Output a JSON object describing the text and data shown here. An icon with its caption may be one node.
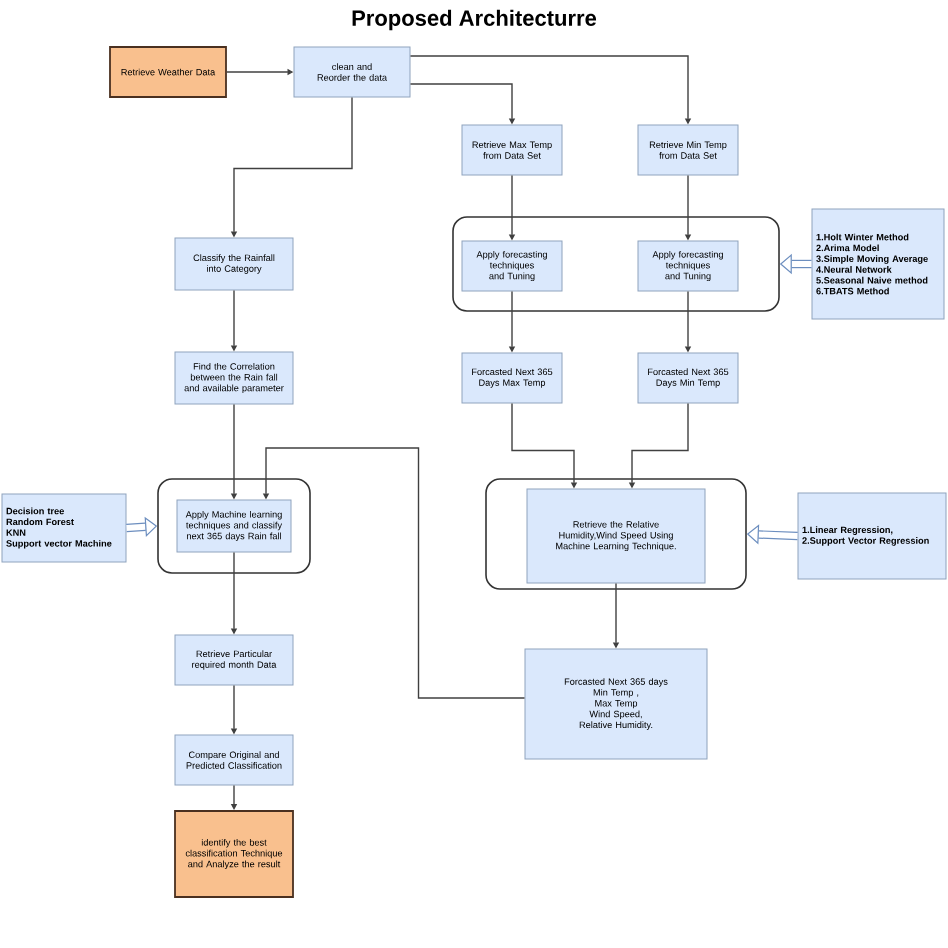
{
  "diagram": {
    "title": "Proposed Architecturre",
    "nodes": [
      {
        "text": [
          "Retrieve Weather Data"
        ]
      },
      {
        "text": [
          "clean  and Reorder the data"
        ]
      },
      {
        "text": [
          "Retrieve Max Temp from Data Set"
        ]
      },
      {
        "text": [
          "Retrieve Min Temp from Data Set"
        ]
      },
      {
        "text": [],
        "shape": "box"
      },
      {
        "text": [
          "Apply forecasting techniques and Tuning"
        ],
        "in": 4
      },
      {
        "text": [
          "Apply forecasting techniques and Tuning"
        ],
        "in": 4
      },
      {
        "text": [
          "1.Holt Winter Method",
          "2.Arima Model",
          "3.Simple Moving Average",
          "4.Neural  Network",
          "5.Seasonal  Naive method",
          "6.TBATS Method"
        ]
      },
      {
        "text": [
          "Forcasted Next 365 Days Max Temp"
        ]
      },
      {
        "text": [
          "Forcasted Next 365 Days Min Temp"
        ]
      },
      {
        "text": [],
        "shape": "box"
      },
      {
        "text": [
          "Retrieve the Relative Humidity,Wind Speed Using Machine Learning Technique."
        ],
        "in": 10
      },
      {
        "text": [
          "1.Linear Regression,",
          "2.Support Vector Regression"
        ]
      },
      {
        "text": [
          "Forcasted Next 365 days",
          "Min Temp ,",
          "Max Temp",
          "Wind Speed,",
          "Relative Humidity."
        ]
      },
      {
        "text": [
          "Classify the Rainfall into Category"
        ]
      },
      {
        "text": [
          "Find the Correlation between the Rain fall and available parameter"
        ]
      },
      {
        "text": [],
        "shape": "box"
      },
      {
        "text": [
          "Apply Machine learning techniques and classify next 365 days Rain fall"
        ],
        "in": 16
      },
      {
        "text": [
          "Decision tree",
          "Random Forest",
          "KNN",
          "Support vector Machine"
        ]
      },
      {
        "text": [
          "Retrieve Particular required month Data"
        ]
      },
      {
        "text": [
          "Compare Original and Predicted Classification"
        ]
      },
      {
        "text": [
          "identify the best classification Technique and Analyze the result"
        ]
      }
    ],
    "edges": [
      {
        "from": 0,
        "to": 1,
        "arrow": "to"
      },
      {
        "from": 1,
        "to": 2,
        "arrow": "to"
      },
      {
        "from": 1,
        "to": 3,
        "arrow": "to"
      },
      {
        "from": 1,
        "to": 14,
        "arrow": "to"
      },
      {
        "from": 2,
        "to": 5,
        "arrow": "to"
      },
      {
        "from": 3,
        "to": 6,
        "arrow": "to"
      },
      {
        "from": 5,
        "to": 8,
        "arrow": "to"
      },
      {
        "from": 6,
        "to": 9,
        "arrow": "to"
      },
      {
        "from": 7,
        "to": 4,
        "arrow": "to",
        "style": "thick",
        "color": "#6c8ebf"
      },
      {
        "from": 8,
        "to": 11,
        "arrow": "to"
      },
      {
        "from": 9,
        "to": 11,
        "arrow": "to"
      },
      {
        "from": 12,
        "to": 10,
        "arrow": "to",
        "style": "thick",
        "color": "#6c8ebf"
      },
      {
        "from": 11,
        "to": 13,
        "arrow": "to"
      },
      {
        "from": 13,
        "to": 17,
        "arrow": "to"
      },
      {
        "from": 14,
        "to": 15,
        "arrow": "to"
      },
      {
        "from": 15,
        "to": 17,
        "arrow": "to"
      },
      {
        "from": 17,
        "to": 19,
        "arrow": "to"
      },
      {
        "from": 19,
        "to": 20,
        "arrow": "to"
      },
      {
        "from": 20,
        "to": 21,
        "arrow": "to"
      },
      {
        "from": 18,
        "to": 16,
        "arrow": "to",
        "style": "thick",
        "color": "#6c8ebf"
      }
    ]
  }
}
